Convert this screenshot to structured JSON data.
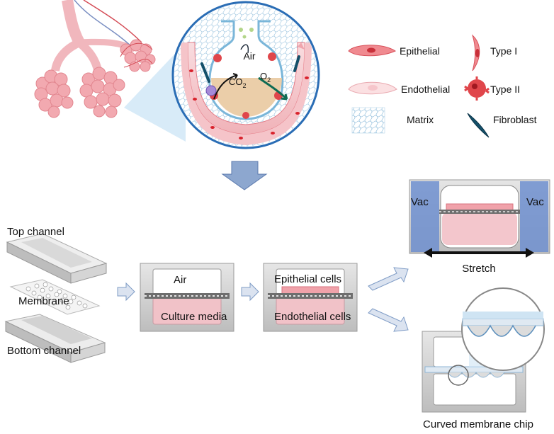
{
  "top": {
    "bubble_air": "Air",
    "co2_base": "CO",
    "co2_sub": "2",
    "o2_base": "O",
    "o2_sub": "2"
  },
  "legend": [
    {
      "label": "Epithelial",
      "icon": "epithelial-cell-icon"
    },
    {
      "label": "Type I",
      "icon": "type-i-cell-icon"
    },
    {
      "label": "Endothelial",
      "icon": "endothelial-cell-icon"
    },
    {
      "label": "Type II",
      "icon": "type-ii-cell-icon"
    },
    {
      "label": "Matrix",
      "icon": "matrix-icon"
    },
    {
      "label": "Fibroblast",
      "icon": "fibroblast-icon"
    }
  ],
  "chip_parts": {
    "top_channel": "Top channel",
    "membrane": "Membrane",
    "bottom_channel": "Bottom channel"
  },
  "step2": {
    "air": "Air",
    "media": "Culture media"
  },
  "step3": {
    "epithelial": "Epithelial cells",
    "endothelial": "Endothelial cells"
  },
  "stretch_chip": {
    "vac_left": "Vac",
    "vac_right": "Vac",
    "stretch": "Stretch"
  },
  "curved_chip": {
    "label": "Curved membrane chip"
  },
  "colors": {
    "accent_blue": "#2a6db5",
    "tissue_pink": "#f3b8bd",
    "cell_red": "#e0464b",
    "media_pink": "#f2c9cf",
    "chip_gray": "#cfcfcf",
    "arrow_blue": "#7f9cc6",
    "vac_blue": "#6f8fcf"
  }
}
